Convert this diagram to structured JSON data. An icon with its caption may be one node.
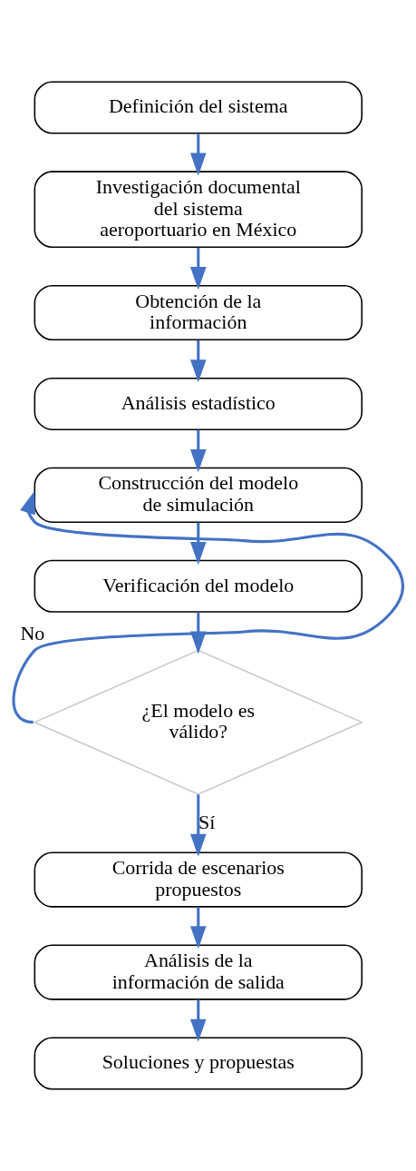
{
  "diagram": {
    "nodes": [
      {
        "text": [
          "Definición del sistema"
        ]
      },
      {
        "text": [
          "Investigación documental del sistema aeroportuario en México"
        ]
      },
      {
        "text": [
          "Obtención de la información"
        ]
      },
      {
        "text": [
          "Análisis estadístico"
        ]
      },
      {
        "text": [
          "Construcción del modelo de simulación"
        ]
      },
      {
        "text": [
          "Verificación del modelo"
        ]
      },
      {
        "text": [
          "¿El modelo es válido?"
        ]
      },
      {
        "text": [
          "Corrida de escenarios propuestos"
        ]
      },
      {
        "text": [
          "Análisis de la información de salida"
        ]
      },
      {
        "text": [
          "Soluciones y propuestas"
        ]
      }
    ],
    "edges": [
      {
        "from": 0,
        "to": 1,
        "arrow": "to"
      },
      {
        "from": 1,
        "to": 2,
        "arrow": "to"
      },
      {
        "from": 2,
        "to": 3,
        "arrow": "to"
      },
      {
        "from": 3,
        "to": 4,
        "arrow": "to"
      },
      {
        "from": 4,
        "to": 5,
        "arrow": "to"
      },
      {
        "from": 5,
        "to": 6,
        "arrow": "to"
      },
      {
        "from": 6,
        "to": 4,
        "arrow": "to",
        "label": "No"
      },
      {
        "from": 6,
        "to": 7,
        "arrow": "to",
        "label": "Sí"
      },
      {
        "from": 7,
        "to": 8,
        "arrow": "to"
      },
      {
        "from": 8,
        "to": 9,
        "arrow": "to"
      }
    ]
  }
}
